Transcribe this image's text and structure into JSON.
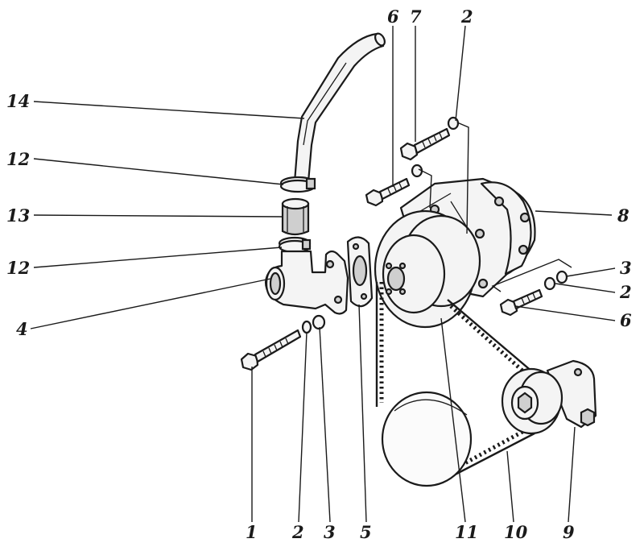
{
  "callouts": [
    {
      "id": "c14a",
      "text": "14"
    },
    {
      "id": "c12a",
      "text": "12"
    },
    {
      "id": "c13",
      "text": "13"
    },
    {
      "id": "c12b",
      "text": "12"
    },
    {
      "id": "c4",
      "text": "4"
    },
    {
      "id": "c6a",
      "text": "6"
    },
    {
      "id": "c7",
      "text": "7"
    },
    {
      "id": "c2a",
      "text": "2"
    },
    {
      "id": "c8",
      "text": "8"
    },
    {
      "id": "c3a",
      "text": "3"
    },
    {
      "id": "c2b",
      "text": "2"
    },
    {
      "id": "c6b",
      "text": "6"
    },
    {
      "id": "c1",
      "text": "1"
    },
    {
      "id": "c2c",
      "text": "2"
    },
    {
      "id": "c3b",
      "text": "3"
    },
    {
      "id": "c5",
      "text": "5"
    },
    {
      "id": "c11",
      "text": "11"
    },
    {
      "id": "c10",
      "text": "10"
    },
    {
      "id": "c9",
      "text": "9"
    }
  ]
}
